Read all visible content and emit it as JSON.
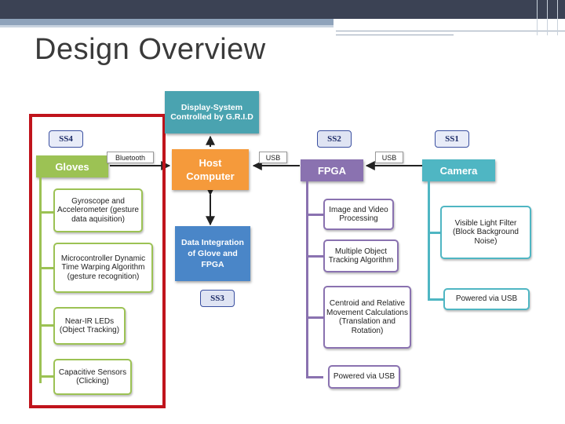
{
  "slide": {
    "title": "Design Overview"
  },
  "subsystems": {
    "ss4": "SS4",
    "ss2": "SS2",
    "ss1": "SS1",
    "ss3": "SS3"
  },
  "blocks": {
    "display": "Display-System Controlled by G.R.I.D",
    "gloves": "Gloves",
    "host": "Host Computer",
    "fpga": "FPGA",
    "camera": "Camera",
    "integration": "Data Integration of Glove and FPGA"
  },
  "links": {
    "bluetooth": "Bluetooth",
    "usb_fpga": "USB",
    "usb_camera": "USB"
  },
  "glove_items": [
    "Gyroscope and Accelerometer (gesture data aquisition)",
    "Microcontroller Dynamic Time Warping Algorithm (gesture recognition)",
    "Near-IR LEDs (Object Tracking)",
    "Capacitive Sensors (Clicking)"
  ],
  "fpga_items": [
    "Image and Video Processing",
    "Multiple Object Tracking Algorithm",
    "Centroid and Relative Movement Calculations (Translation and Rotation)",
    "Powered via USB"
  ],
  "camera_items": [
    "Visible Light Filter (Block Background Noise)",
    "Powered via USB"
  ],
  "colors": {
    "teal": "#4aa3b0",
    "green": "#9cc254",
    "orange": "#f59a3b",
    "blue": "#4a86c8",
    "purple": "#8a72b0",
    "cyan": "#4fb6c3",
    "highlight_red": "#c0141c"
  }
}
